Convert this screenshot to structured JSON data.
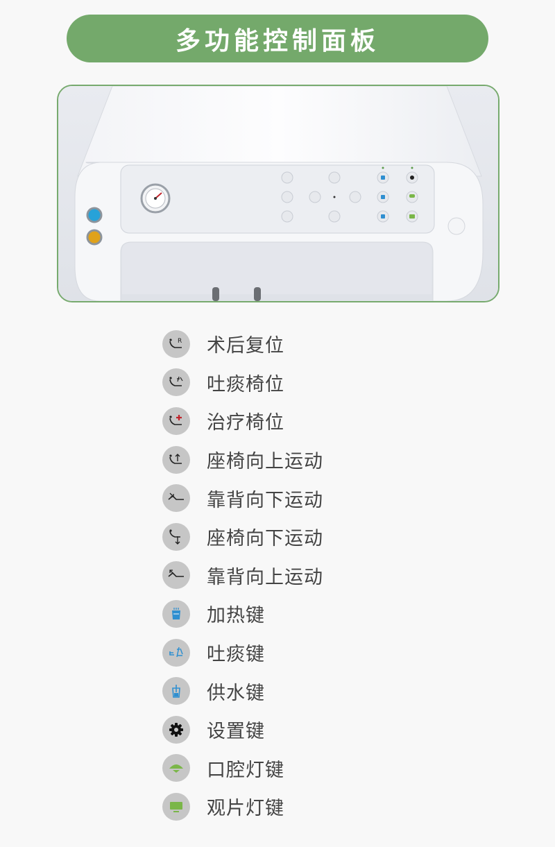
{
  "header": {
    "title": "多功能控制面板"
  },
  "legend": {
    "items": [
      {
        "icon": "post-op-reset-icon",
        "label": "术后复位"
      },
      {
        "icon": "spittoon-position-icon",
        "label": "吐痰椅位"
      },
      {
        "icon": "treatment-position-icon",
        "label": "治疗椅位"
      },
      {
        "icon": "seat-up-icon",
        "label": "座椅向上运动"
      },
      {
        "icon": "backrest-down-icon",
        "label": "靠背向下运动"
      },
      {
        "icon": "seat-down-icon",
        "label": "座椅向下运动"
      },
      {
        "icon": "backrest-up-icon",
        "label": "靠背向上运动"
      },
      {
        "icon": "heating-icon",
        "label": "加热键"
      },
      {
        "icon": "spittoon-key-icon",
        "label": "吐痰键"
      },
      {
        "icon": "water-supply-icon",
        "label": "供水键"
      },
      {
        "icon": "settings-gear-icon",
        "label": "设置键"
      },
      {
        "icon": "oral-light-icon",
        "label": "口腔灯键"
      },
      {
        "icon": "film-viewer-light-icon",
        "label": "观片灯键"
      }
    ]
  },
  "colors": {
    "accent_green": "#74a96b",
    "icon_bg": "#c6c6c6",
    "icon_blue": "#2f8fd0",
    "icon_red": "#c0232b",
    "icon_light_green": "#7ab648"
  }
}
